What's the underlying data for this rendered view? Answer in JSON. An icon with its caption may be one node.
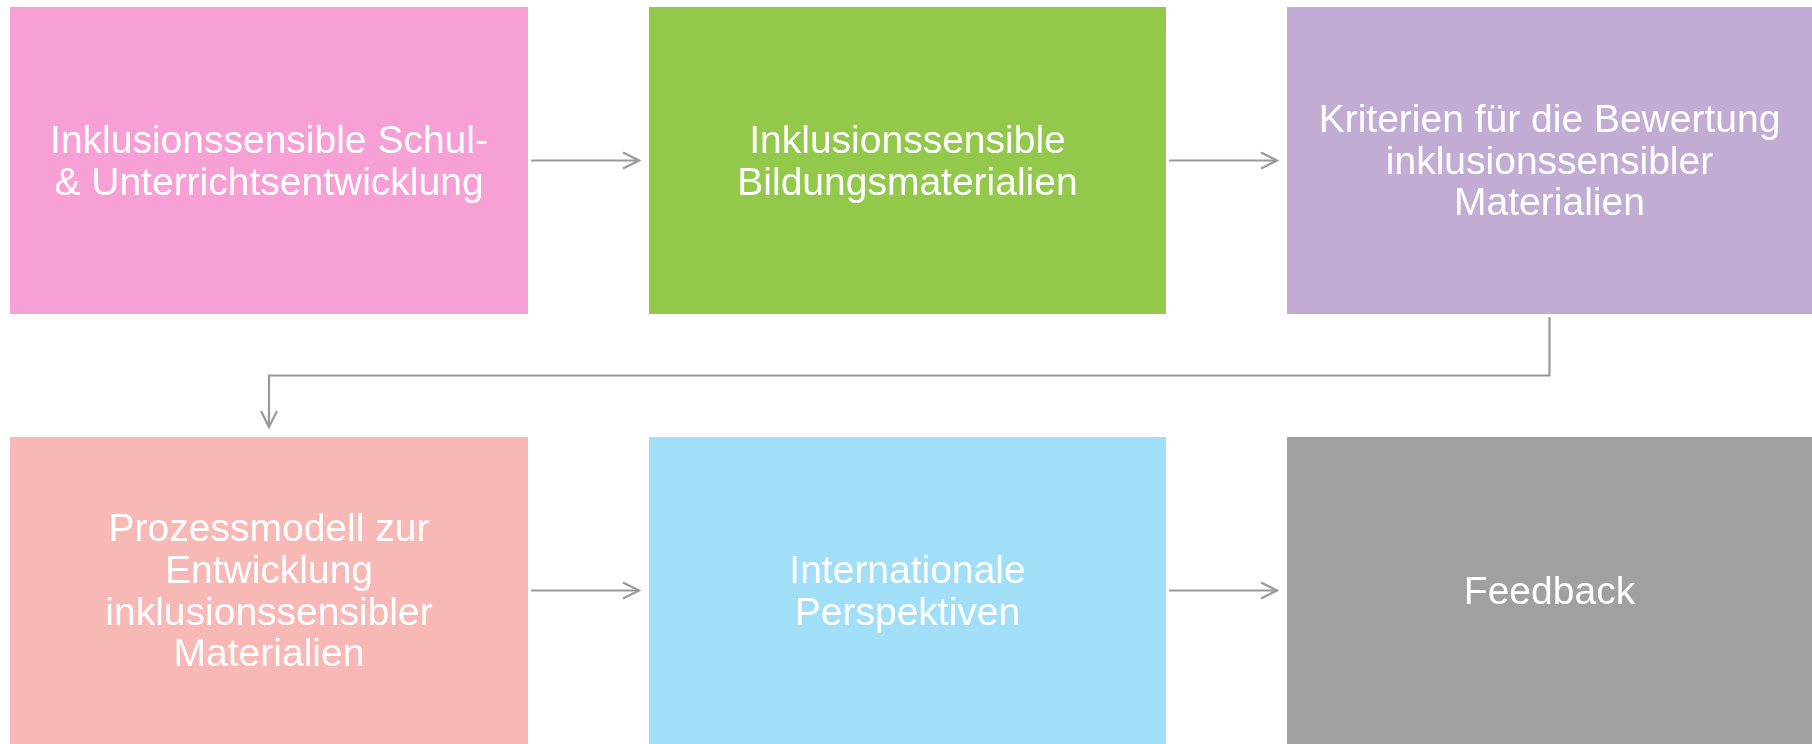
{
  "diagram": {
    "nodes": [
      {
        "text": [
          "Inklusionssensible Schul- & Unterrichtsentwicklung"
        ]
      },
      {
        "text": [
          "Inklusionssensible Bildungsmaterialien"
        ]
      },
      {
        "text": [
          "Kriterien für die Bewertung inklusionssensibler Materialien"
        ]
      },
      {
        "text": [
          "Prozessmodell zur Entwicklung inklusionssensibler Materialien"
        ]
      },
      {
        "text": [
          "Internationale Perspektiven"
        ]
      },
      {
        "text": [
          "Feedback"
        ]
      }
    ],
    "edges": [
      {
        "from": 0,
        "to": 1,
        "arrow": "to"
      },
      {
        "from": 1,
        "to": 2,
        "arrow": "to"
      },
      {
        "from": 2,
        "to": 3,
        "arrow": "to"
      },
      {
        "from": 3,
        "to": 4,
        "arrow": "to"
      },
      {
        "from": 4,
        "to": 5,
        "arrow": "to"
      }
    ]
  }
}
